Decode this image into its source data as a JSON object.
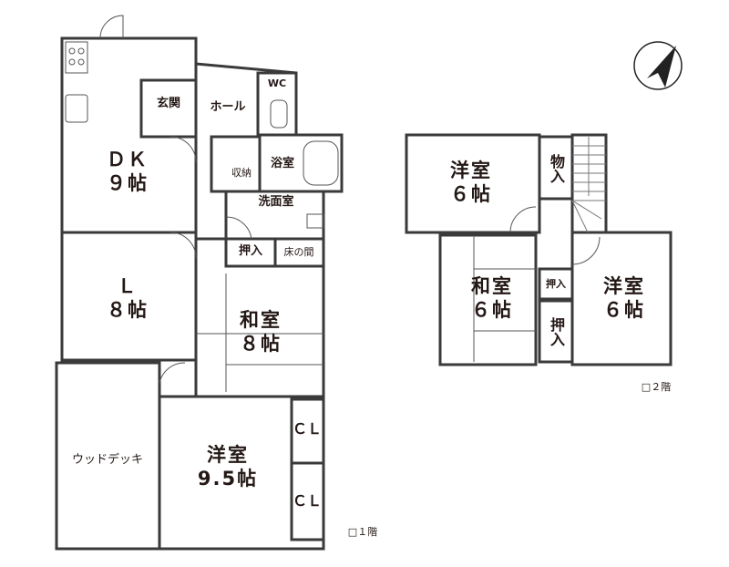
{
  "floor1": {
    "caption": "□１階",
    "rooms": {
      "dk": {
        "name": "ＤＫ",
        "size": "９帖"
      },
      "entrance": "玄関",
      "hall": "ホール",
      "wc": "WC",
      "storage": "収納",
      "bath": "浴室",
      "washroom": "洗面室",
      "closet": "押入",
      "tokonoma": "床の間",
      "living": {
        "name": "Ｌ",
        "size": "８帖"
      },
      "washitsu": {
        "name": "和室",
        "size": "８帖"
      },
      "deck": "ウッドデッキ",
      "youshitsu": {
        "name": "洋室",
        "size": "9.5帖"
      },
      "cl1": "ＣＬ",
      "cl2": "ＣＬ"
    }
  },
  "floor2": {
    "caption": "□２階",
    "rooms": {
      "youshitsu_a": {
        "name": "洋室",
        "size": "６帖"
      },
      "storage": "物入",
      "washitsu": {
        "name": "和室",
        "size": "６帖"
      },
      "closet_small": "押入",
      "closet": "押入",
      "youshitsu_b": {
        "name": "洋室",
        "size": "６帖"
      }
    }
  },
  "compass": {
    "icon": "north-arrow-icon"
  }
}
